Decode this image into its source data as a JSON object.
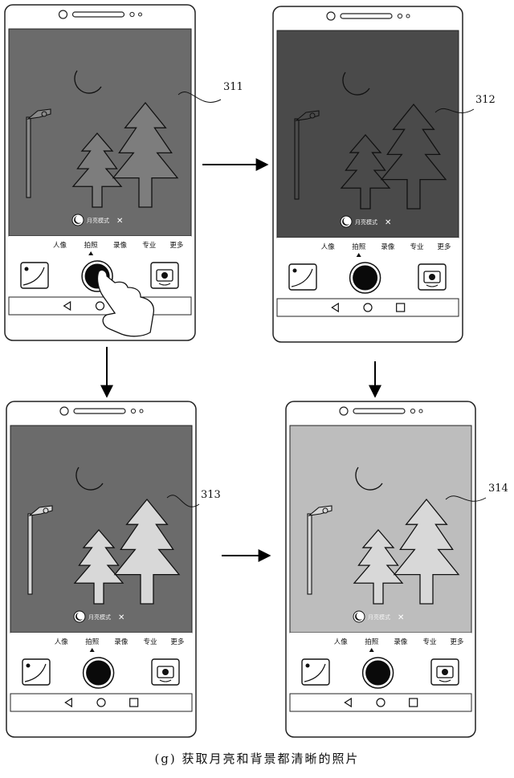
{
  "figure": {
    "caption": "(g) 获取月亮和背景都清晰的照片"
  },
  "phones": [
    {
      "id": "311",
      "ref_label": "311",
      "scene_background": "#6b6b6b",
      "moon_fill": "#7a7a7a",
      "tree_fill": "#7d7d7d",
      "lamp_fill": "#8a8a8a",
      "moon_badge_bg": "#ffffff",
      "mode_badge_text": "月亮模式",
      "close_glyph": "✕",
      "shooting_modes": [
        "人像",
        "拍照",
        "录像",
        "专业",
        "更多"
      ],
      "selected_mode_index": 1,
      "shows_tap_hand": true
    },
    {
      "id": "312",
      "ref_label": "312",
      "scene_background": "#4a4a4a",
      "moon_fill": "#d8d8d8",
      "tree_fill": "#4a4a4a",
      "lamp_fill": "#4a4a4a",
      "moon_badge_bg": "#ffffff",
      "mode_badge_text": "月亮模式",
      "close_glyph": "✕",
      "shooting_modes": [
        "人像",
        "拍照",
        "录像",
        "专业",
        "更多"
      ],
      "selected_mode_index": 1,
      "shows_tap_hand": false
    },
    {
      "id": "313",
      "ref_label": "313",
      "scene_background": "#6b6b6b",
      "moon_fill": "#2e2e2e",
      "tree_fill": "#d8d8d8",
      "lamp_fill": "#d8d8d8",
      "moon_badge_bg": "#ffffff",
      "mode_badge_text": "月亮模式",
      "close_glyph": "✕",
      "shooting_modes": [
        "人像",
        "拍照",
        "录像",
        "专业",
        "更多"
      ],
      "selected_mode_index": 1,
      "shows_tap_hand": false
    },
    {
      "id": "314",
      "ref_label": "314",
      "scene_background": "#bdbdbd",
      "moon_fill": "#d8d8d8",
      "tree_fill": "#d8d8d8",
      "lamp_fill": "#d8d8d8",
      "moon_badge_bg": "#ffffff",
      "mode_badge_text": "月亮模式",
      "close_glyph": "✕",
      "shooting_modes": [
        "人像",
        "拍照",
        "录像",
        "专业",
        "更多"
      ],
      "selected_mode_index": 1,
      "shows_tap_hand": false
    }
  ],
  "nav_icons": [
    "back-triangle-icon",
    "home-circle-icon",
    "recents-square-icon"
  ]
}
